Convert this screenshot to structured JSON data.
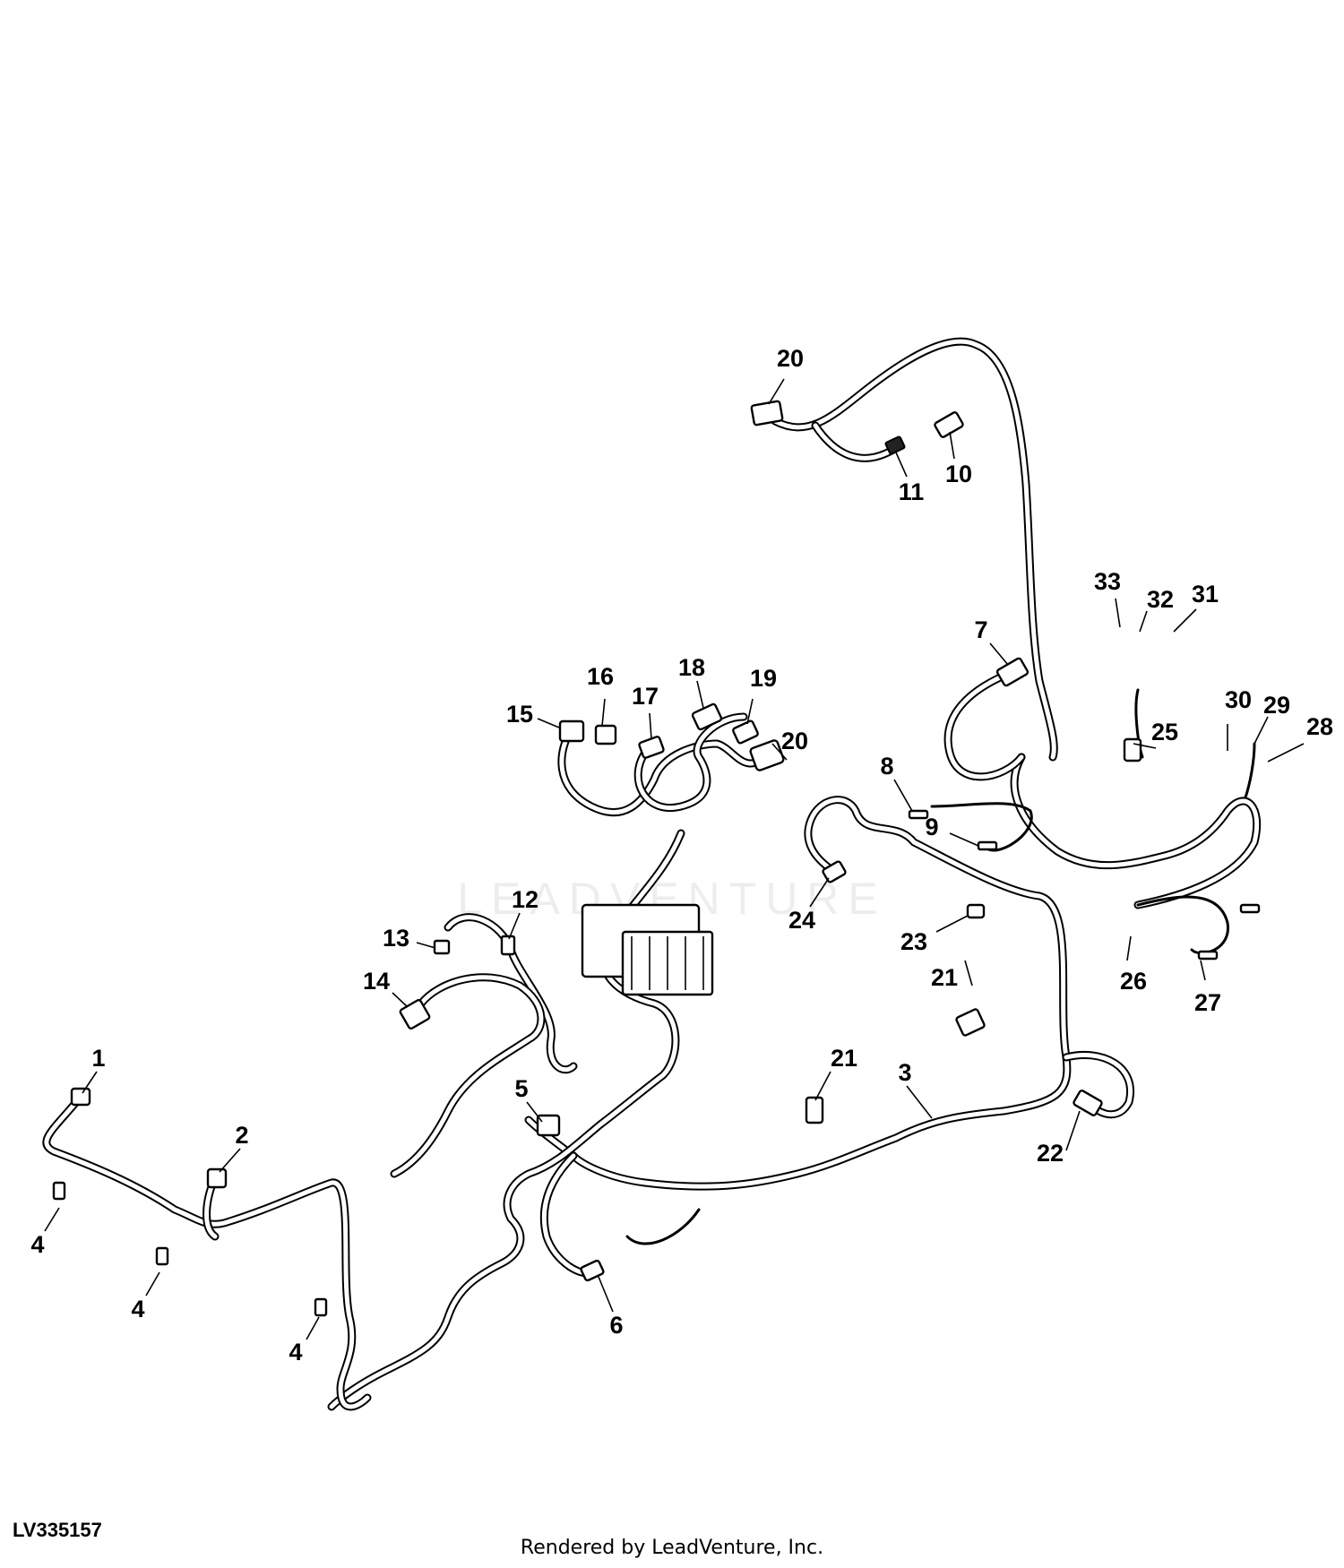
{
  "watermark": "LEADVENTURE",
  "reference_code": "LV335157",
  "footer": "Rendered by LeadVenture, Inc.",
  "callouts": [
    "1",
    "2",
    "3",
    "4",
    "4",
    "4",
    "5",
    "6",
    "7",
    "8",
    "9",
    "10",
    "11",
    "12",
    "13",
    "14",
    "15",
    "16",
    "17",
    "18",
    "19",
    "20",
    "20",
    "21",
    "21",
    "22",
    "23",
    "24",
    "25",
    "26",
    "27",
    "28",
    "29",
    "30",
    "31",
    "32",
    "33"
  ]
}
